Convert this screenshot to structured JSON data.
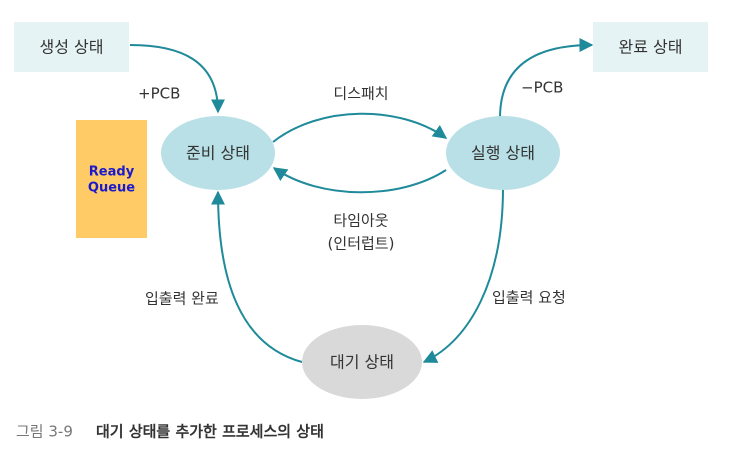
{
  "nodes": {
    "created": "생성 상태",
    "ready": "준비 상태",
    "running": "실행 상태",
    "completed": "완료 상태",
    "waiting": "대기 상태"
  },
  "ready_queue": {
    "line1": "Ready",
    "line2": "Queue"
  },
  "edges": {
    "plus_pcb": "+PCB",
    "minus_pcb": "−PCB",
    "dispatch": "디스패치",
    "timeout_line1": "타임아웃",
    "timeout_line2": "(인터럽트)",
    "io_complete": "입출력 완료",
    "io_request": "입출력 요청"
  },
  "caption": {
    "prefix": "그림 3-9",
    "text": "대기 상태를 추가한 프로세스의 상태"
  },
  "colors": {
    "state_fill": "#b8e0e6",
    "box_fill": "#e6f3f4",
    "waiting_fill": "#d9d9d9",
    "ready_queue_fill": "#ffcb66",
    "arrow": "#1f8a9a"
  }
}
